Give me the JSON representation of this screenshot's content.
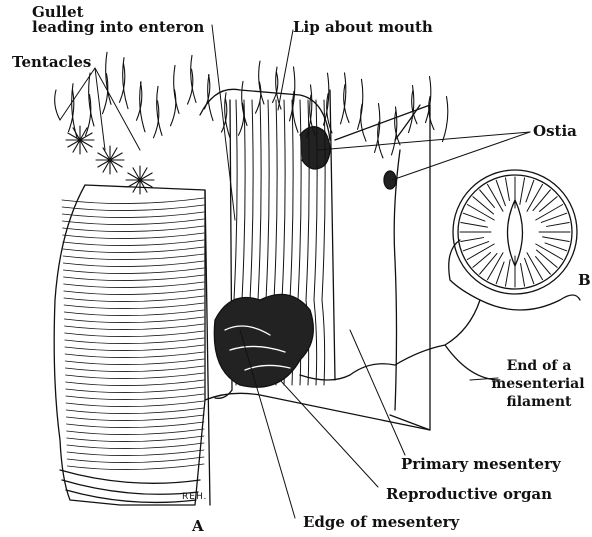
{
  "labels": {
    "gullet_line1": "Gullet",
    "gullet_line2": "leading into enteron",
    "lip": "Lip about mouth",
    "tentacles": "Tentacles",
    "ostia": "Ostia",
    "b": "B",
    "filament_line1": "End of a",
    "filament_line2": "mesenterial",
    "filament_line3": "filament",
    "primary_mesentery": "Primary mesentery",
    "reproductive_organ": "Reproductive organ",
    "edge_of_mesentery": "Edge of mesentery",
    "a": "A",
    "signature": "REH."
  },
  "colors": {
    "ink": "#111111",
    "paper": "#ffffff"
  }
}
